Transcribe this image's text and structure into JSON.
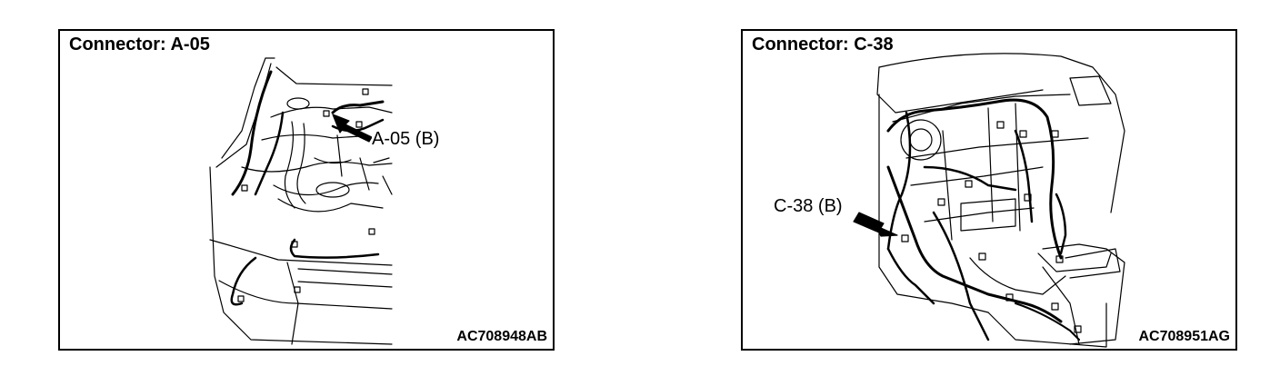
{
  "panels": [
    {
      "title": "Connector: A-05",
      "callout": "A-05 (B)",
      "code": "AC708948AB"
    },
    {
      "title": "Connector: C-38",
      "callout": "C-38 (B)",
      "code": "AC708951AG"
    }
  ]
}
